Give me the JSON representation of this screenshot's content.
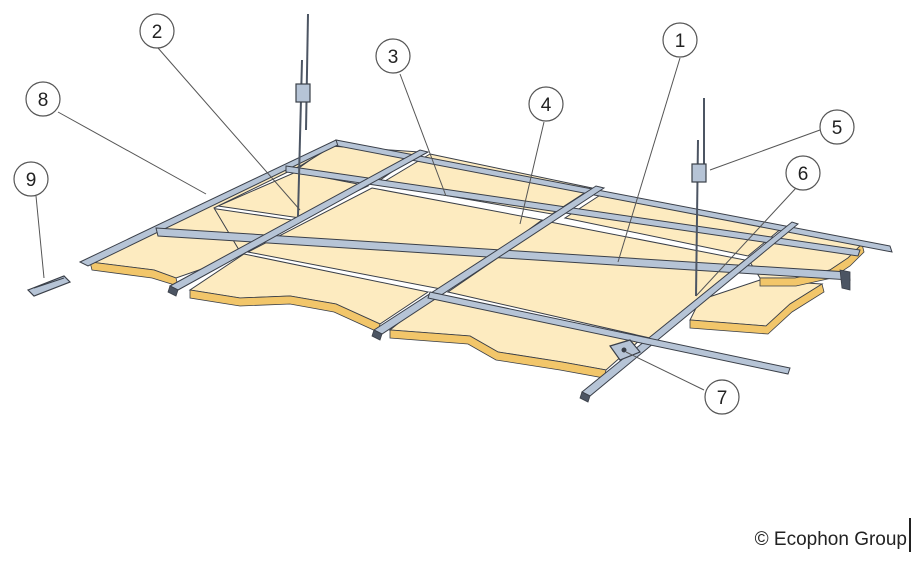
{
  "colors": {
    "panel_face": "#FDEBC0",
    "panel_edge": "#F2C66A",
    "grid_profile": "#B6C4D6",
    "grid_dark": "#4C5563",
    "outline": "#3A3F48",
    "leader": "#555555"
  },
  "callouts": [
    {
      "id": "1",
      "label": "1"
    },
    {
      "id": "2",
      "label": "2"
    },
    {
      "id": "3",
      "label": "3"
    },
    {
      "id": "4",
      "label": "4"
    },
    {
      "id": "5",
      "label": "5"
    },
    {
      "id": "6",
      "label": "6"
    },
    {
      "id": "7",
      "label": "7"
    },
    {
      "id": "8",
      "label": "8"
    },
    {
      "id": "9",
      "label": "9"
    }
  ],
  "copyright": "© Ecophon Group"
}
